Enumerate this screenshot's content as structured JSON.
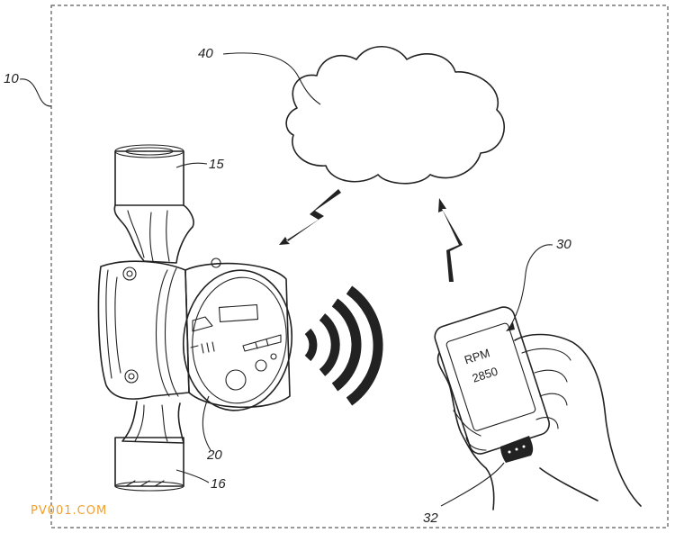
{
  "references": {
    "system": "10",
    "pipe_top": "15",
    "pipe_bottom": "16",
    "pump": "20",
    "phone": "30",
    "phone_module": "32",
    "cloud": "40"
  },
  "phone_display": {
    "line1": "RPM",
    "line2": "2850"
  },
  "watermark": {
    "text": "PV001.COM",
    "color": "#f0a030"
  }
}
